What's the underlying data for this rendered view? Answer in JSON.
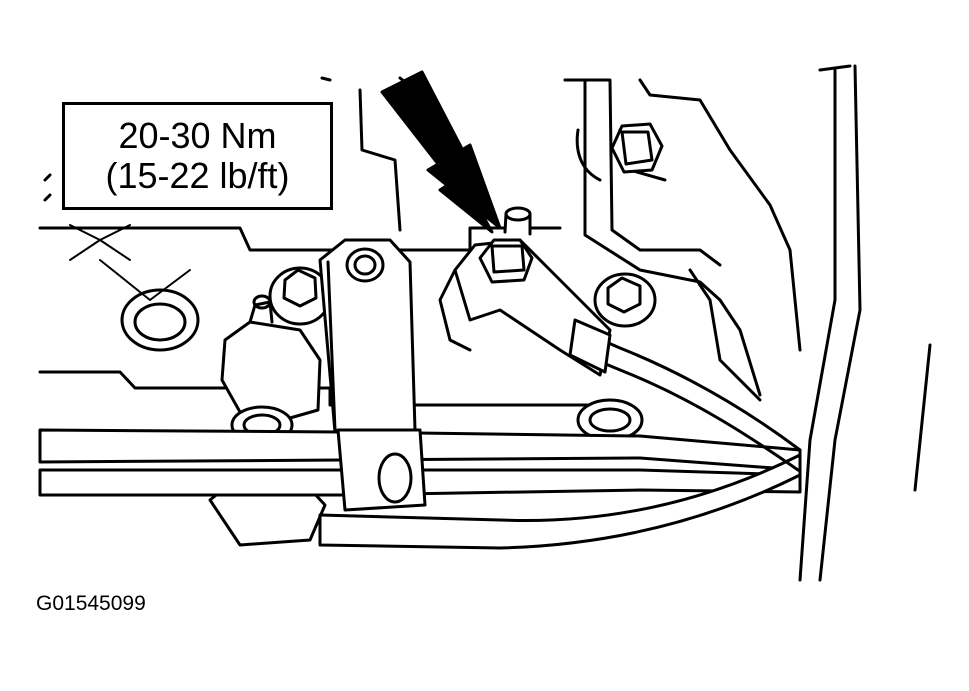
{
  "callout": {
    "torque_metric": "20-30 Nm",
    "torque_imperial": "(15-22 lb/ft)"
  },
  "figure": {
    "id": "G01545099"
  },
  "colors": {
    "ink": "#000000",
    "paper": "#ffffff"
  },
  "icons": {
    "indicator": "arrow-pointer-icon"
  }
}
